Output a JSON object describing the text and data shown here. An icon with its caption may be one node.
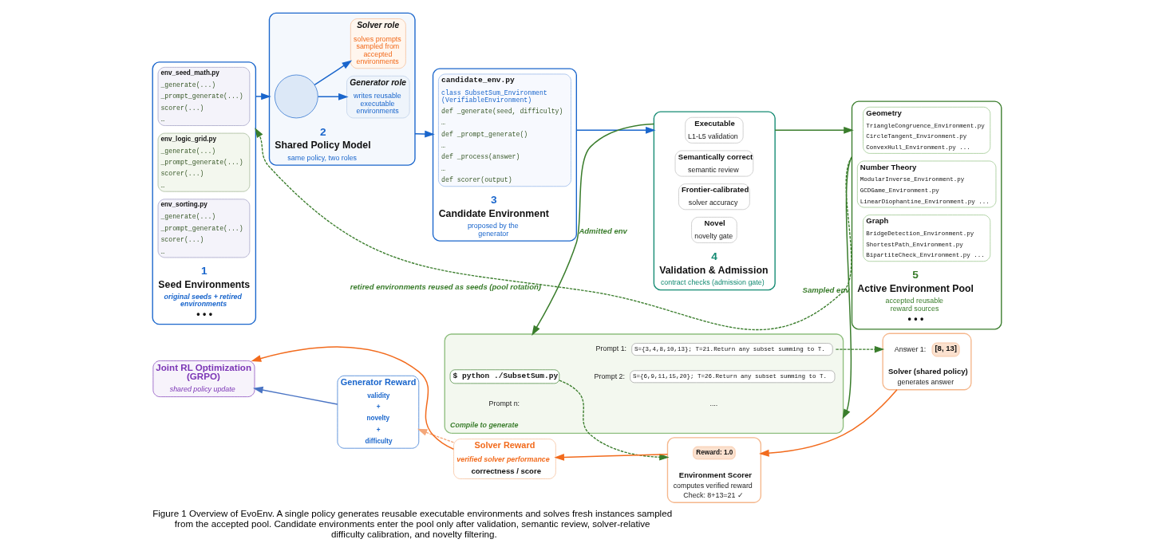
{
  "diagram": {
    "caption": "Figure 1 Overview of EvoEnv. A single policy generates reusable executable environments and solves fresh instances sampled from the accepted pool. Candidate environments enter the pool only after validation, semantic review, solver-relative difficulty calibration, and novelty filtering.",
    "nodes": [
      {
        "text": [
          "1",
          "Seed Environments",
          "original seeds + retired environments",
          "• • •"
        ]
      },
      {
        "text": [
          "env_seed_math.py",
          "_generate(...)",
          "_prompt_generate(...)",
          "scorer(...)",
          "…"
        ],
        "in": 0
      },
      {
        "text": [
          "env_logic_grid.py",
          "_generate(...)",
          "_prompt_generate(...)",
          "scorer(...)",
          "…"
        ],
        "in": 0
      },
      {
        "text": [
          "env_sorting.py",
          "_generate(...)",
          "_prompt_generate(...)",
          "scorer(...)",
          "…"
        ],
        "in": 0
      },
      {
        "text": [
          "2",
          "Shared Policy Model",
          "same policy, two roles"
        ]
      },
      {
        "text": [],
        "shape": "circle",
        "in": 4
      },
      {
        "text": [
          "Generator role",
          "writes reusable executable environments"
        ],
        "in": 4
      },
      {
        "text": [
          "Solver role",
          "solves prompts sampled from accepted environments"
        ],
        "in": 4
      },
      {
        "text": [
          "3",
          "Candidate Environment",
          "proposed by the generator"
        ]
      },
      {
        "text": [
          "candidate_env.py",
          "class SubsetSum_Environment (VerifiableEnvironment)",
          "def _generate(seed, difficulty)",
          "…",
          "def _prompt_generate()",
          "…",
          "def _process(answer)",
          "…",
          "def scorer(output)"
        ],
        "in": 8
      },
      {
        "text": [
          "4",
          "Validation & Admission",
          "contract checks (admission gate)"
        ]
      },
      {
        "text": [
          "Executable",
          "L1-L5 validation"
        ],
        "in": 10
      },
      {
        "text": [
          "Semantically correct",
          "semantic review"
        ],
        "in": 10
      },
      {
        "text": [
          "Frontier-calibrated",
          "solver accuracy"
        ],
        "in": 10
      },
      {
        "text": [
          "Novel",
          "novelty gate"
        ],
        "in": 10
      },
      {
        "text": [
          "5",
          "Active Environment Pool",
          "accepted reusable reward sources",
          "• • •"
        ]
      },
      {
        "text": [
          "Geometry",
          "TriangleCongruence_Environment.py",
          "CircleTangent_Environment.py",
          "ConvexHull_Environment.py ..."
        ],
        "in": 15
      },
      {
        "text": [
          "Number Theory",
          "ModularInverse_Environment.py",
          "GCDGame_Environment.py",
          "LinearDiophantine_Environment.py ..."
        ],
        "in": 15
      },
      {
        "text": [
          "Graph",
          "BridgeDetection_Environment.py",
          "ShortestPath_Environment.py",
          "BipartiteCheck_Environment.py ..."
        ],
        "in": 15
      },
      {
        "text": [
          "Compile to generate"
        ]
      },
      {
        "text": [
          "$ python ./SubsetSum.py"
        ],
        "in": 19
      },
      {
        "text": [
          "S={3,4,8,10,13}; T=21.Return any subset summing to T."
        ],
        "beside": [
          "Prompt 1:"
        ],
        "in": 19
      },
      {
        "text": [
          "S={6,9,11,15,20}; T=26.Return any subset summing to T."
        ],
        "beside": [
          "Prompt 2:"
        ],
        "in": 19
      },
      {
        "text": [
          "Solver (shared policy)",
          "generates answer"
        ]
      },
      {
        "text": [
          "[8, 13]"
        ],
        "beside": [
          "Answer 1:"
        ],
        "in": 23
      },
      {
        "text": [
          "Environment Scorer",
          "computes verified reward",
          "Check: 8+13=21 ✓"
        ]
      },
      {
        "text": [
          "Reward: 1.0"
        ],
        "in": 25
      },
      {
        "text": [
          "Solver Reward",
          "verified solver performance",
          "correctness / score"
        ]
      },
      {
        "text": [
          "Generator Reward",
          "validity",
          "+",
          "novelty",
          "+",
          "difficulty"
        ]
      },
      {
        "text": [
          "Joint RL Optimization (GRPO)",
          "shared policy update"
        ]
      }
    ],
    "edges": [
      {
        "from": 0,
        "to": 4,
        "arrow": "to",
        "color": "#1a66cc"
      },
      {
        "from": 5,
        "to": 6,
        "arrow": "to",
        "color": "#1a66cc"
      },
      {
        "from": 5,
        "to": 7,
        "arrow": "to",
        "color": "#1a66cc"
      },
      {
        "from": 4,
        "to": 8,
        "arrow": "to",
        "color": "#1a66cc"
      },
      {
        "from": 8,
        "to": 10,
        "arrow": "to",
        "color": "#1a66cc"
      },
      {
        "from": 10,
        "to": 15,
        "arrow": "to",
        "color": "#3a7d2c"
      },
      {
        "from": 10,
        "to": 19,
        "label": "Admitted env",
        "arrow": "to",
        "color": "#3a7d2c"
      },
      {
        "from": 15,
        "to": 19,
        "label": "Sampled env",
        "arrow": "to",
        "color": "#3a7d2c"
      },
      {
        "from": 20,
        "to": 25,
        "arrow": "to",
        "style": "dashed",
        "color": "#3a7d2c"
      },
      {
        "from": 21,
        "to": 23,
        "arrow": "to",
        "style": "dashed",
        "color": "#3a7d2c"
      },
      {
        "from": 23,
        "to": 25,
        "arrow": "to",
        "color": "#f26b1d"
      },
      {
        "from": 25,
        "to": 27,
        "arrow": "to",
        "color": "#f26b1d"
      },
      {
        "from": 27,
        "to": 28,
        "arrow": "to",
        "style": "dashed",
        "color": "#f4a77a"
      },
      {
        "from": 27,
        "to": 29,
        "arrow": "to",
        "color": "#f26b1d"
      },
      {
        "from": 28,
        "to": 29,
        "arrow": "to",
        "color": "#4a74c4"
      },
      {
        "from": 15,
        "to": 0,
        "label": "retired environments reused as seeds (pool rotation)",
        "arrow": "to",
        "style": "dashed",
        "color": "#3a7d2c"
      }
    ],
    "labels": [
      "Prompt n:",
      "...."
    ]
  }
}
